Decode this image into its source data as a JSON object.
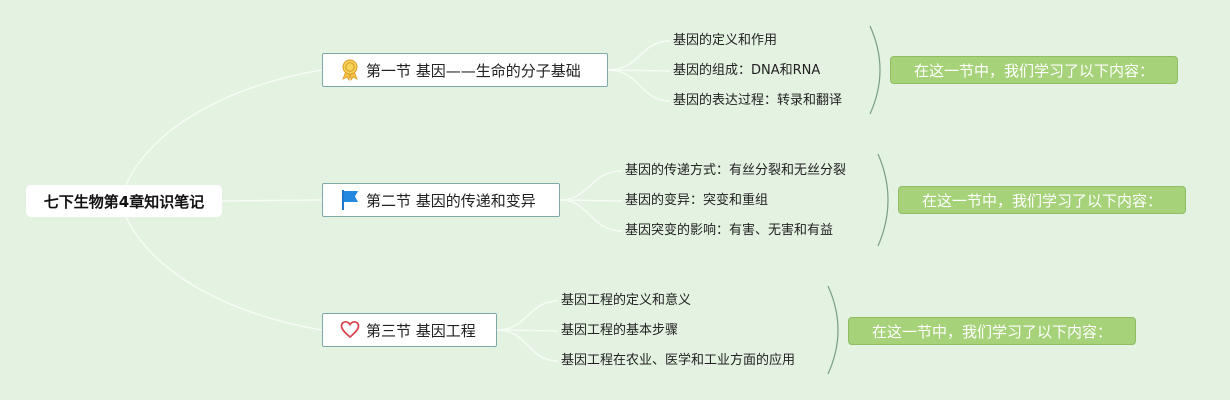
{
  "root": {
    "title": "七下生物第4章知识笔记"
  },
  "sections": [
    {
      "title": "第一节 基因——生命的分子基础",
      "icon": "award-ribbon-icon",
      "items": [
        "基因的定义和作用",
        "基因的组成：DNA和RNA",
        "基因的表达过程：转录和翻译"
      ],
      "summary": "在这一节中，我们学习了以下内容："
    },
    {
      "title": "第二节 基因的传递和变异",
      "icon": "blue-flag-icon",
      "items": [
        "基因的传递方式：有丝分裂和无丝分裂",
        "基因的变异：突变和重组",
        "基因突变的影响：有害、无害和有益"
      ],
      "summary": "在这一节中，我们学习了以下内容："
    },
    {
      "title": "第三节 基因工程",
      "icon": "heart-outline-icon",
      "items": [
        "基因工程的定义和意义",
        "基因工程的基本步骤",
        "基因工程在农业、医学和工业方面的应用"
      ],
      "summary": "在这一节中，我们学习了以下内容："
    }
  ],
  "colors": {
    "background": "#e3f2e1",
    "summary_fill": "#a6d27a",
    "section_border": "#7fa9a9",
    "connector": "#f7fbf6",
    "bracket": "#7a9e88"
  }
}
